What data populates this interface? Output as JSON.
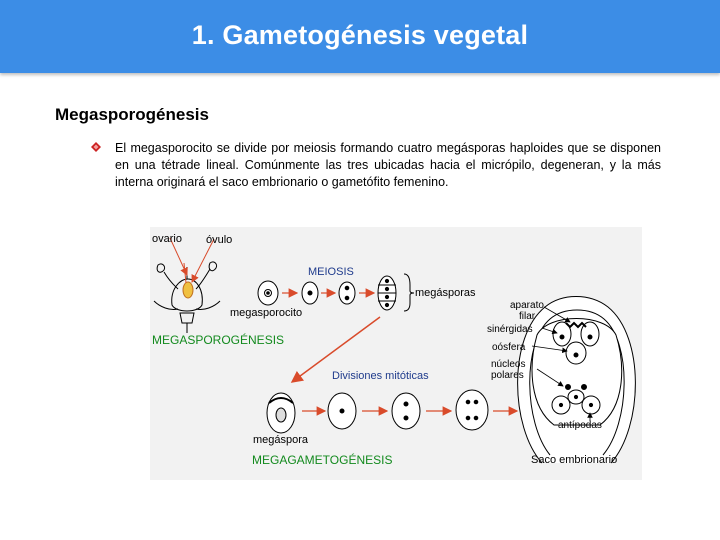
{
  "slide": {
    "title": "1. Gametogénesis vegetal",
    "subtitle": "Megasporogénesis",
    "bullet_icon": "diamond-bullet-icon",
    "bullet_color": "#cc2222",
    "header_color": "#3c8de6",
    "paragraph": "El megasporocito se divide por meiosis formando cuatro megásporas haploides que se disponen en una tétrade lineal. Comúnmente las tres ubicadas hacia el micrópilo, degeneran, y la más interna originará el saco embrionario o gametófito femenino."
  },
  "figure": {
    "ovario": "ovario",
    "ovulo": "óvulo",
    "meiosis": "MEIOSIS",
    "megasporas": "megásporas",
    "megasporocito": "megasporocito",
    "megasporogenesis": "MEGASPOROGÉNESIS",
    "divisiones": "Divisiones mitóticas",
    "megaspora": "megáspora",
    "megagametogenesis": "MEGAGAMETOGÉNESIS",
    "aparato": "aparato",
    "filar": "filar",
    "sinergidas": "sinérgidas",
    "oosfera": "oósfera",
    "nucleos": "núcleos",
    "polares": "polares",
    "antipodas": "antípodas",
    "saco": "Saco embrionario",
    "blue_color": "#1f3b8c",
    "green_color": "#138a1e",
    "arrow_color": "#d94b2b"
  }
}
